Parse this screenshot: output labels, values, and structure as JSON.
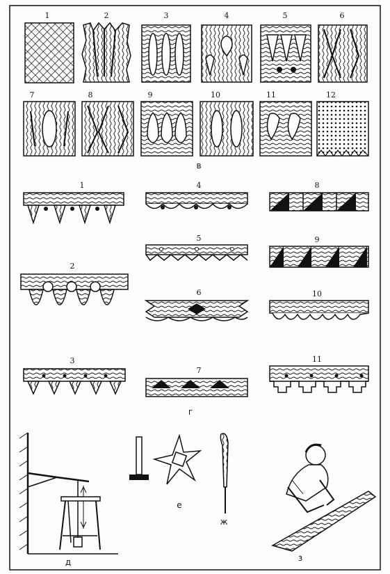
{
  "section_v": {
    "label": "в",
    "items": [
      "1",
      "2",
      "3",
      "4",
      "5",
      "6",
      "7",
      "8",
      "9",
      "10",
      "11",
      "12"
    ]
  },
  "section_g": {
    "label": "г",
    "items": [
      "1",
      "2",
      "3",
      "4",
      "5",
      "6",
      "7",
      "8",
      "9",
      "10",
      "11"
    ]
  },
  "section_d": {
    "label": "д"
  },
  "section_e": {
    "label": "е"
  },
  "section_zh": {
    "label": "ж"
  },
  "section_z": {
    "label": "з"
  },
  "colors": {
    "ink": "#111111",
    "paper": "#fdfdfb"
  }
}
